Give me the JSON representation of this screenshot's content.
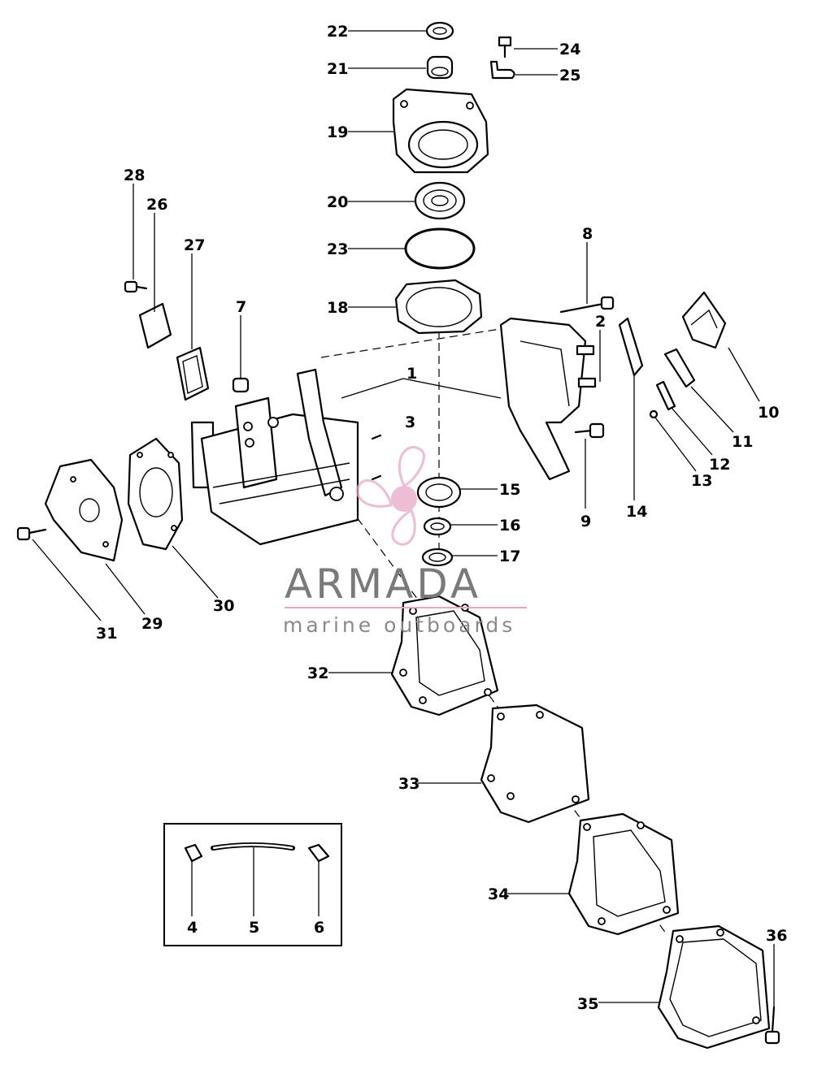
{
  "watermark": {
    "brand": "ARMADA",
    "tagline": "marine outboards",
    "accent_color": "#e7a6c8",
    "text_color": "#7a7a7a",
    "icon": "propeller-icon"
  },
  "callouts": [
    "1",
    "2",
    "3",
    "4",
    "5",
    "6",
    "7",
    "8",
    "9",
    "10",
    "11",
    "12",
    "13",
    "14",
    "15",
    "16",
    "17",
    "18",
    "19",
    "20",
    "21",
    "22",
    "23",
    "24",
    "25",
    "26",
    "27",
    "28",
    "29",
    "30",
    "31",
    "32",
    "33",
    "34",
    "35",
    "36"
  ]
}
